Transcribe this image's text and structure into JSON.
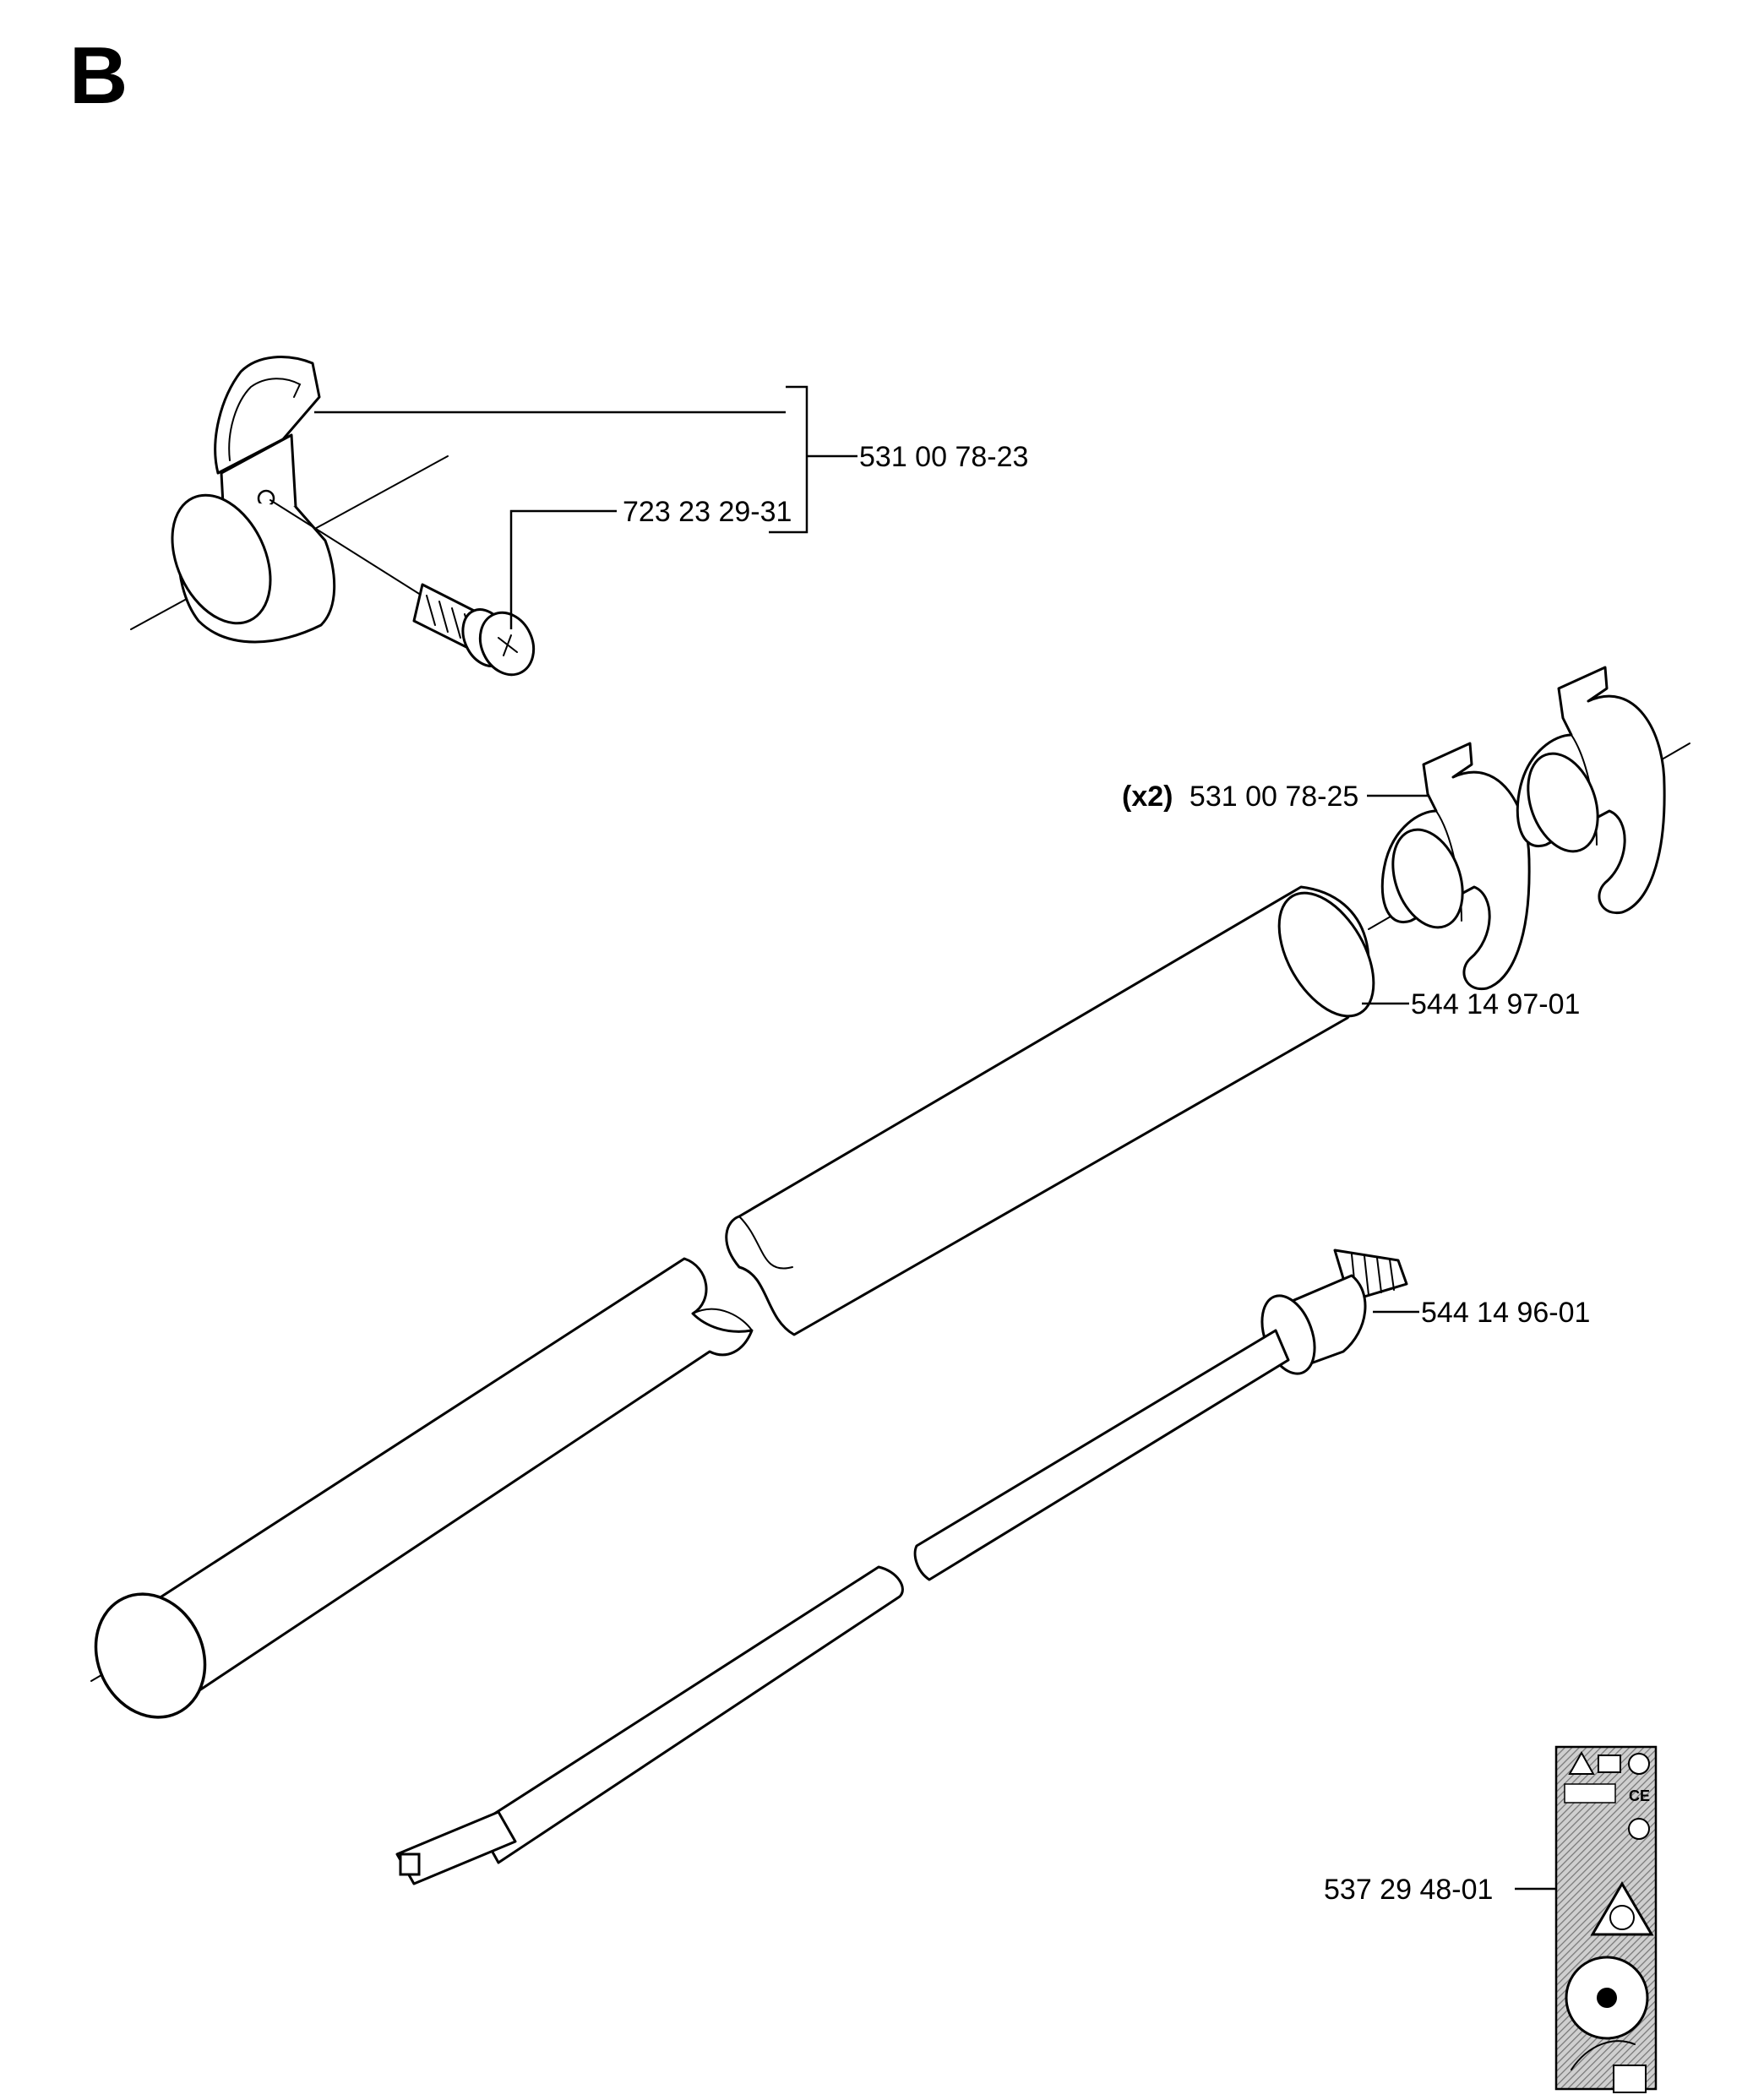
{
  "section_letter": "B",
  "parts": {
    "hanger_assembly": {
      "number": "531 00 78-23"
    },
    "screw": {
      "number": "723 23 29-31"
    },
    "clamp": {
      "qty": "(x2)",
      "number": "531 00 78-25"
    },
    "shaft_tube": {
      "number": "544 14 97-01"
    },
    "drive_shaft": {
      "number": "544 14 96-01"
    },
    "decal": {
      "number": "537 29 48-01"
    }
  }
}
